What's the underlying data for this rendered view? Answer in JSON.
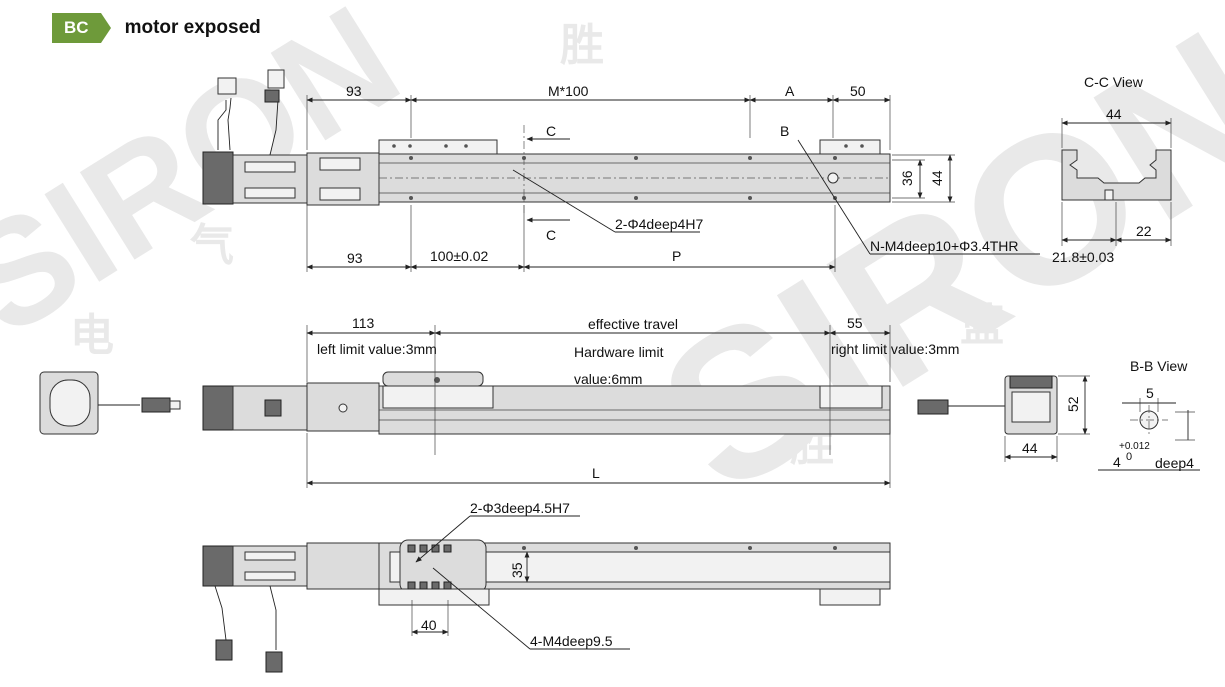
{
  "header": {
    "code": "BC",
    "title": "motor exposed"
  },
  "top_view": {
    "dims_top": [
      "93",
      "M*100",
      "A",
      "50"
    ],
    "dims_bottom": [
      "93",
      "100±0.02",
      "P"
    ],
    "dims_right": [
      "36",
      "44"
    ],
    "section_label_1": "C",
    "section_label_2": "C",
    "section_label_b": "B",
    "callout_pins": "2-Φ4deep4H7",
    "callout_threads": "N-M4deep10+Φ3.4THR"
  },
  "cc_view": {
    "title": "C-C View",
    "width": "44",
    "right_dim": "22",
    "left_dim": "21.8±0.03"
  },
  "side_view": {
    "dim_left": "113",
    "dim_mid": "effective travel",
    "dim_right": "55",
    "left_limit": "left limit value:3mm",
    "hardware_limit_1": "Hardware limit",
    "hardware_limit_2": "value:6mm",
    "right_limit": "right limit value:3mm",
    "overall": "L"
  },
  "end_view": {
    "height": "52",
    "width": "44"
  },
  "bb_view": {
    "title": "B-B View",
    "top_dim": "5",
    "tolerance": "+0.012",
    "tol_zero": "0",
    "size": "4",
    "depth": "deep4"
  },
  "bottom_view": {
    "callout_pins": "2-Φ3deep4.5H7",
    "callout_threads": "4-M4deep9.5",
    "dim_height": "35",
    "dim_width": "40"
  },
  "watermark": {
    "brand": "SIRON",
    "chars": [
      "胜",
      "电",
      "气",
      "蓝",
      "胜"
    ]
  },
  "colors": {
    "accent": "#6e9a3a",
    "line": "#222222",
    "fill": "#dcdcdc"
  }
}
